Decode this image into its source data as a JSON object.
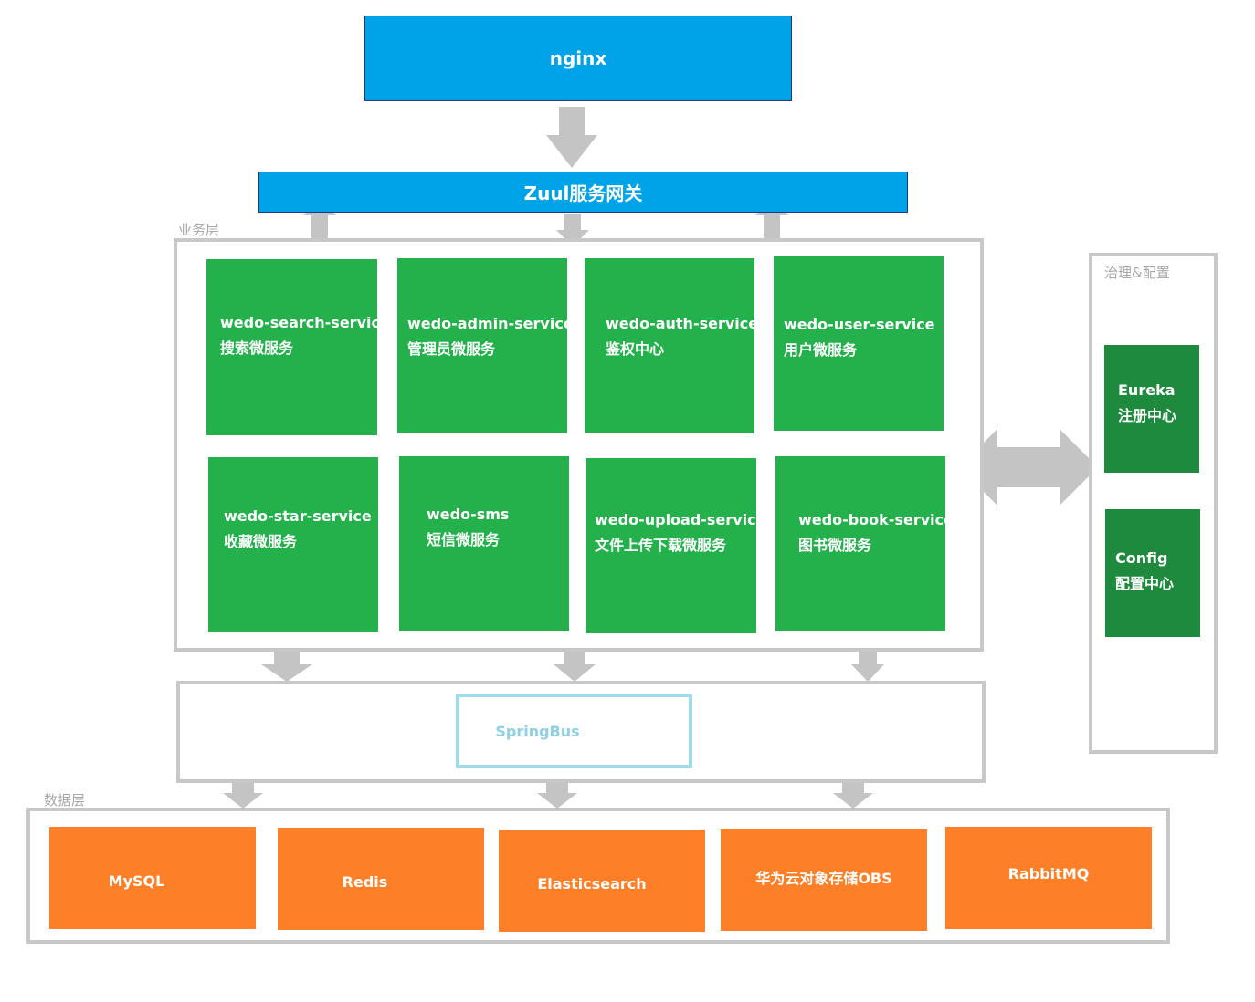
{
  "gateway": {
    "nginx_label": "nginx",
    "zuul_label": "Zuul服务网关"
  },
  "business_layer": {
    "label": "业务层",
    "services": [
      {
        "name": "wedo-search-service",
        "desc": "搜索微服务"
      },
      {
        "name": "wedo-admin-service",
        "desc": "管理员微服务"
      },
      {
        "name": "wedo-auth-service",
        "desc": "鉴权中心"
      },
      {
        "name": "wedo-user-service",
        "desc": "用户微服务"
      },
      {
        "name": "wedo-star-service",
        "desc": "收藏微服务"
      },
      {
        "name": "wedo-sms",
        "desc": "短信微服务"
      },
      {
        "name": "wedo-upload-service",
        "desc": "文件上传下载微服务"
      },
      {
        "name": "wedo-book-service",
        "desc": "图书微服务"
      }
    ]
  },
  "governance": {
    "label": "治理&配置",
    "items": [
      {
        "name": "Eureka",
        "desc": "注册中心"
      },
      {
        "name": "Config",
        "desc": "配置中心"
      }
    ]
  },
  "bus": {
    "label": "SpringBus"
  },
  "data_layer": {
    "label": "数据层",
    "stores": [
      "MySQL",
      "Redis",
      "Elasticsearch",
      "华为云对象存储OBS",
      "RabbitMQ"
    ]
  },
  "colors": {
    "gateway": "#00a2e8",
    "service": "#24b14c",
    "governance": "#1e8a3e",
    "data": "#fd7f28",
    "bus_border": "#9fdbe8",
    "frame": "#c8c8c8",
    "arrow": "#c4c4c4"
  }
}
